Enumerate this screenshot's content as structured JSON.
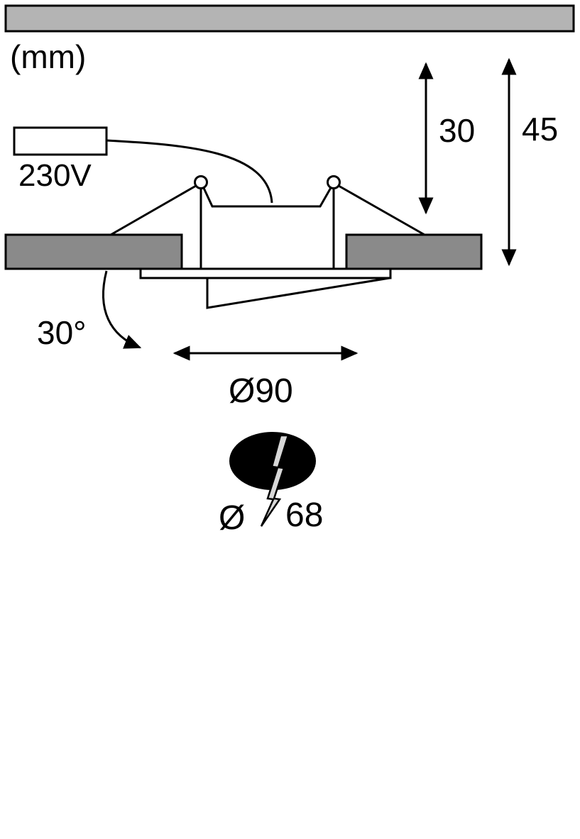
{
  "diagram": {
    "unit_label": "(mm)",
    "power_label": "230V",
    "dim_recess_height": "30",
    "dim_total_height": "45",
    "tilt_angle": "30°",
    "diameter_outer": "Ø90",
    "diameter_cutout_symbol": "Ø",
    "diameter_cutout_value": "68",
    "colors": {
      "ceiling_panel": "#b4b4b4",
      "cutout_block": "#8a8a8a",
      "outline": "#000000",
      "bolt_fill": "#d8d8d8",
      "cutout_ellipse": "#000000"
    },
    "icons": {
      "cutout_symbol": "lightning-bolt-icon"
    }
  }
}
